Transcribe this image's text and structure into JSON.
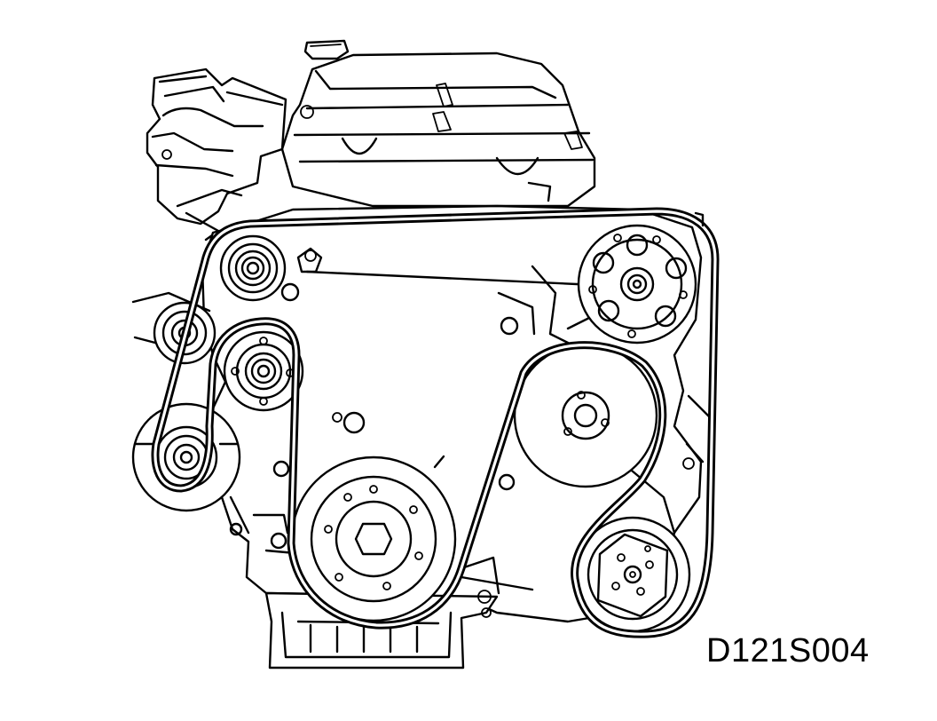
{
  "figure": {
    "reference_code": "D121S004"
  },
  "colors": {
    "line": "#000000",
    "background": "#ffffff"
  },
  "components": [
    "valve-cover",
    "oil-filler-cap",
    "intake-manifold",
    "engine-block",
    "oil-pan",
    "upper-idler-pulley",
    "left-idler-pulley",
    "belt-tensioner-pulley",
    "lower-left-pulley",
    "power-steering-pump-pulley",
    "alternator-pulley",
    "crankshaft-pulley",
    "ac-compressor-pulley",
    "serpentine-belt"
  ]
}
